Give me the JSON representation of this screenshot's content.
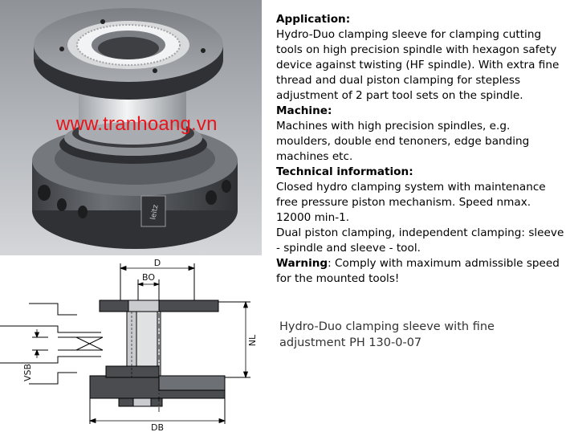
{
  "watermark": "www.tranhoang.vn",
  "product_logo": "leitz",
  "sections": [
    {
      "heading": "Application:",
      "text": "Hydro-Duo clamping sleeve for clamping cutting tools on high precision spindle with hexagon safety device against twisting (HF spindle). With extra fine thread and dual piston clamping for stepless adjustment of 2 part tool sets on the spindle."
    },
    {
      "heading": "Machine:",
      "text": "Machines with high precision spindles, e.g. moulders, double end tenoners, edge banding machines etc."
    },
    {
      "heading": "Technical information:",
      "text": "Closed hydro clamping system with maintenance free pressure piston mechanism. Speed nmax. 12000 min-1."
    },
    {
      "heading": "",
      "text": "Dual piston clamping, independent clamping: sleeve - spindle and sleeve - tool."
    }
  ],
  "warning": {
    "label": "Warning",
    "text": ": Comply with maximum admissible speed for the mounted tools!"
  },
  "caption": "Hydro-Duo clamping sleeve with fine adjustment PH 130-0-07",
  "dimensions": {
    "d": "D",
    "bo": "BO",
    "nl": "NL",
    "vsb": "VSB",
    "db": "DB"
  },
  "colors": {
    "watermark": "#e8141b",
    "metal_dark": "#4a4c50",
    "metal_light": "#c9cbcf"
  }
}
